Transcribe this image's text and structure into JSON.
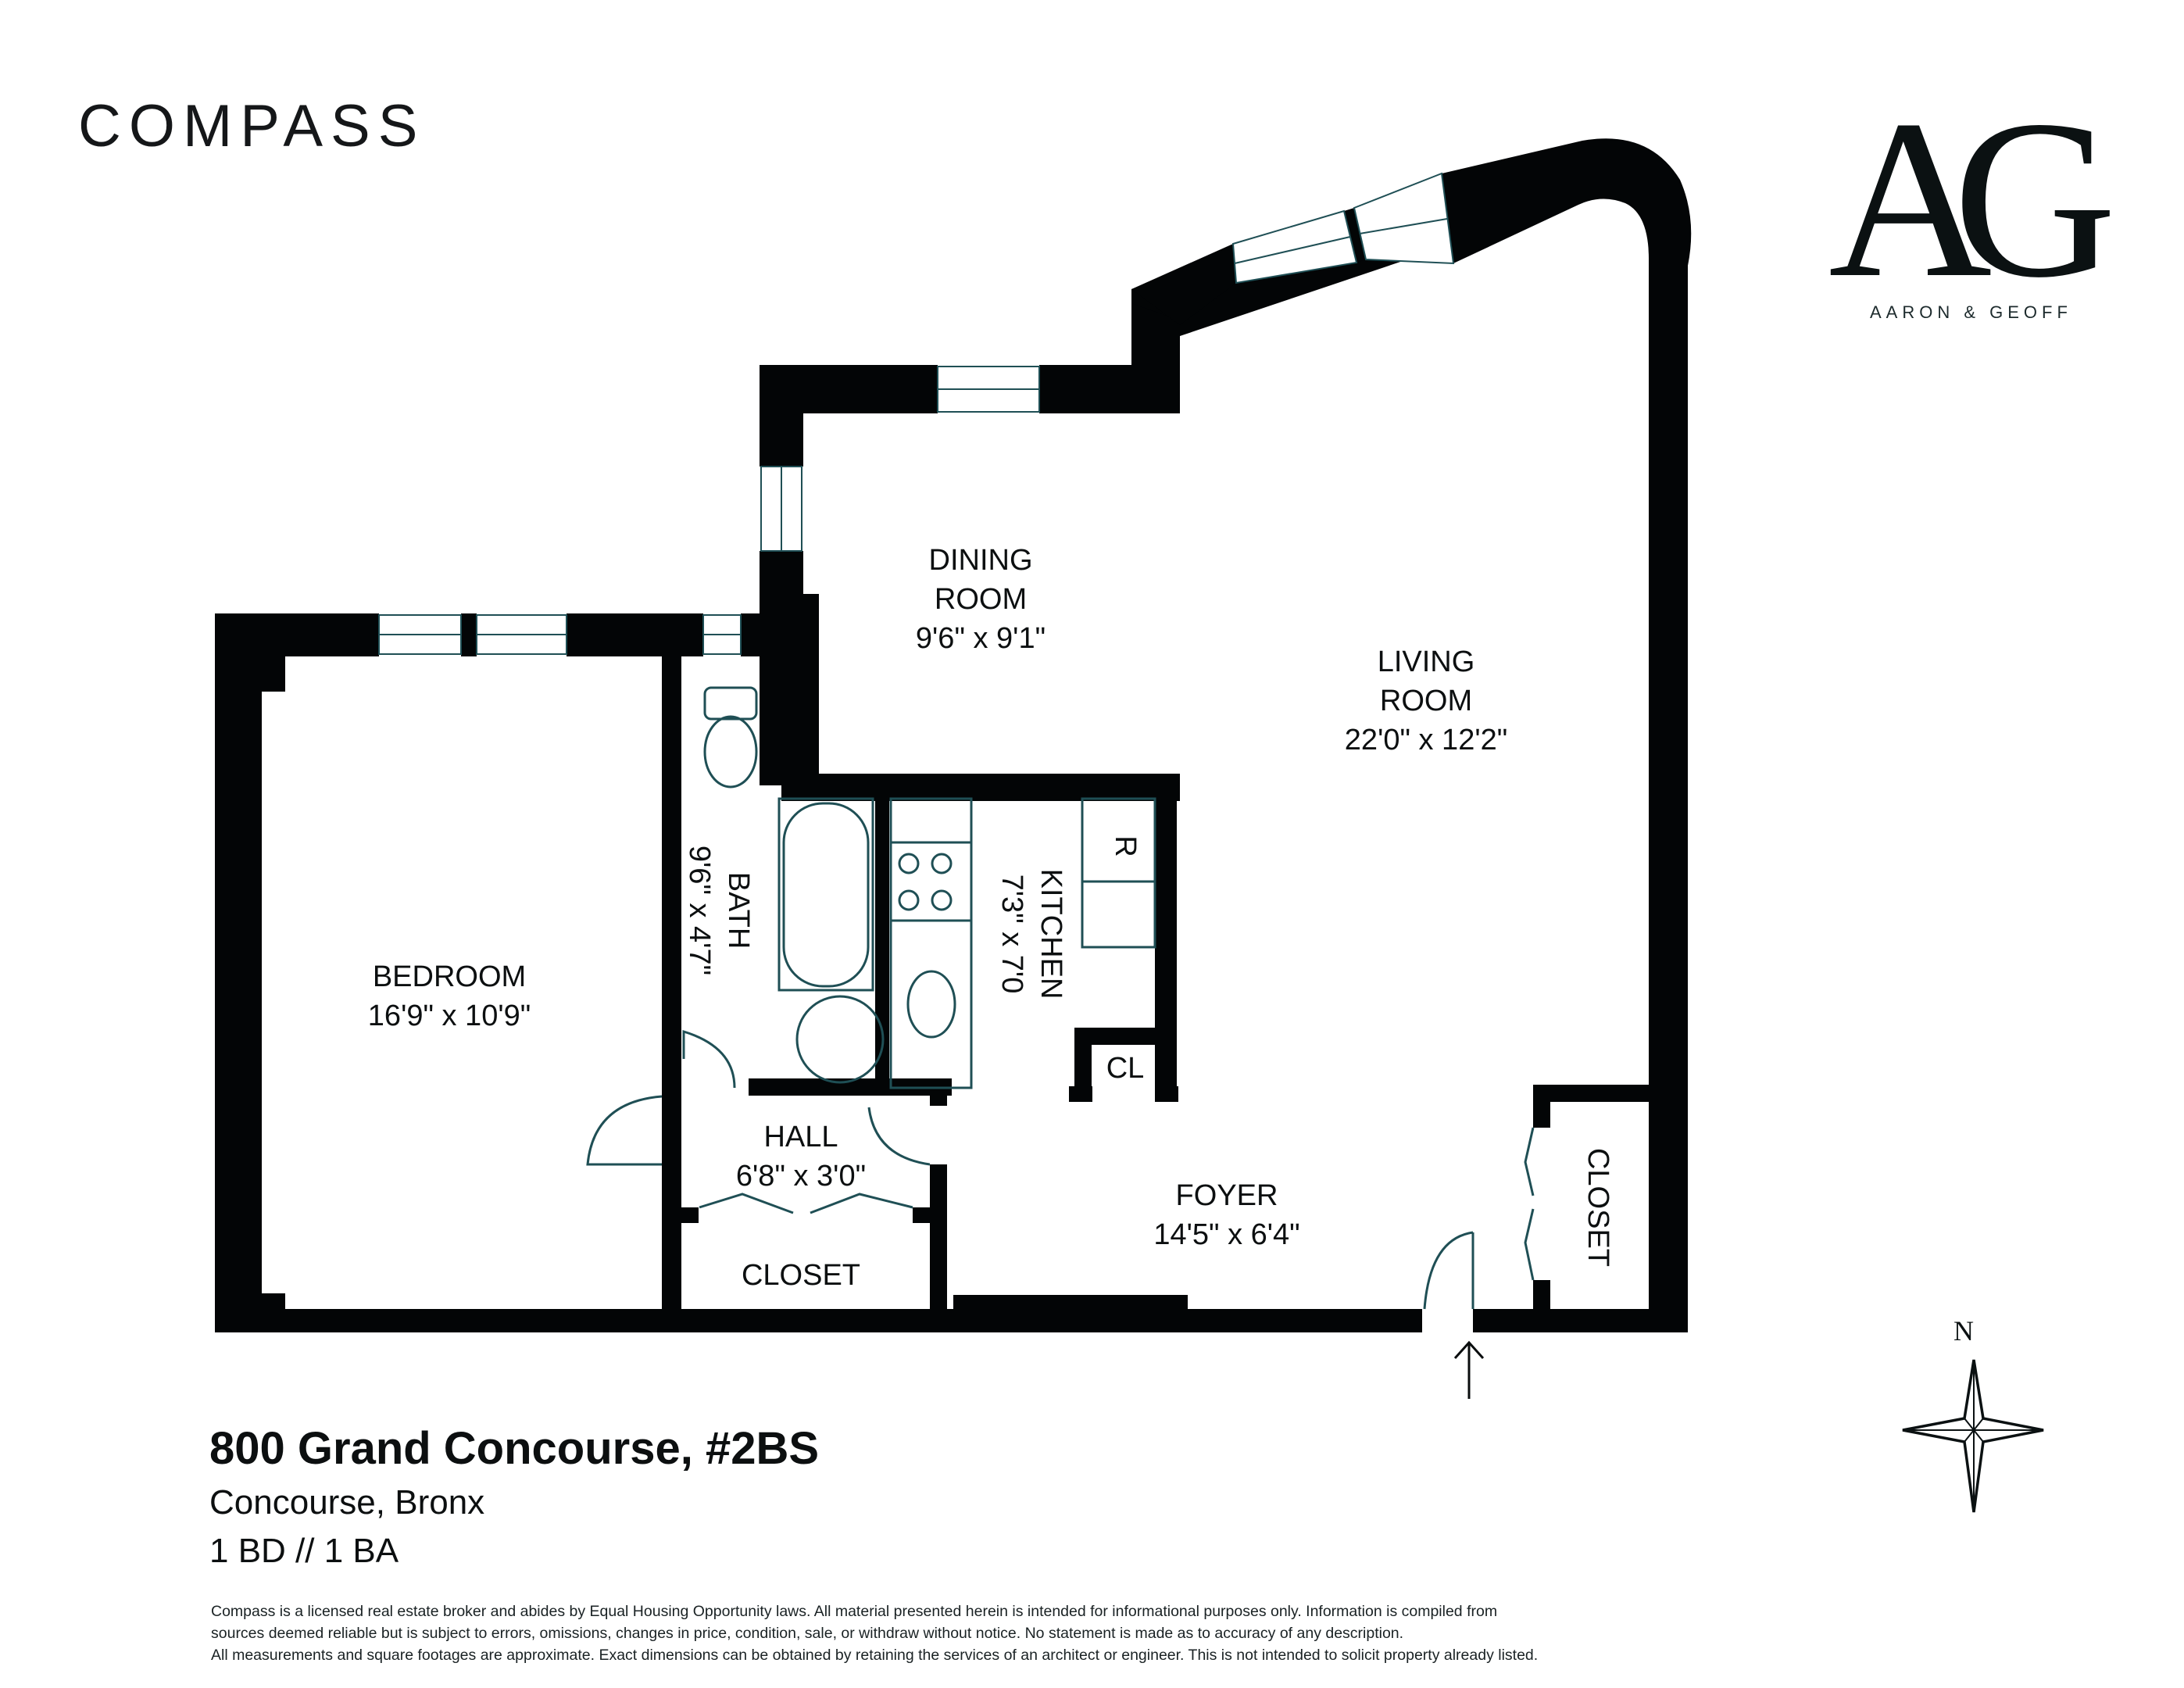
{
  "header": {
    "brand_logo": "COMPASS",
    "agent_logo_mark": "AG",
    "agent_logo_name": "AARON & GEOFF"
  },
  "rooms": {
    "dining": {
      "name_line1": "DINING",
      "name_line2": "ROOM",
      "dims": "9'6\" x 9'1\""
    },
    "living": {
      "name_line1": "LIVING",
      "name_line2": "ROOM",
      "dims": "22'0\" x 12'2\""
    },
    "bedroom": {
      "name": "BEDROOM",
      "dims": "16'9\" x 10'9\""
    },
    "bath": {
      "name": "BATH",
      "dims": "9'6\" x 4'7\""
    },
    "kitchen": {
      "name": "KITCHEN",
      "dims": "7'3\" x 7'0"
    },
    "refrigerator": {
      "label": "R"
    },
    "kitchen_closet": {
      "label": "CL"
    },
    "hall": {
      "name": "HALL",
      "dims": "6'8\" x 3'0\""
    },
    "hall_closet": {
      "name": "CLOSET"
    },
    "foyer": {
      "name": "FOYER",
      "dims": "14'5\" x 6'4\""
    },
    "foyer_closet": {
      "name": "CLOSET"
    }
  },
  "compass_rose": {
    "label": "N"
  },
  "listing": {
    "address": "800 Grand Concourse, #2BS",
    "neighborhood": "Concourse, Bronx",
    "beds_baths": "1 BD // 1 BA"
  },
  "disclaimer": {
    "line1": "Compass is a licensed real estate broker and abides by Equal Housing Opportunity laws. All material presented herein is intended for informational purposes only. Information is compiled from",
    "line2": "sources deemed reliable but is subject to errors, omissions,  changes in price, condition, sale, or withdraw without notice. No statement is made as to accuracy of any description.",
    "line3": "All measurements and square footages are approximate. Exact dimensions can be obtained by retaining the services of an architect or engineer. This is not intended to solicit property already listed."
  },
  "colors": {
    "wall": "#030506",
    "fixture_line": "#1f4f55",
    "text": "#0c0f10",
    "background": "#ffffff"
  }
}
